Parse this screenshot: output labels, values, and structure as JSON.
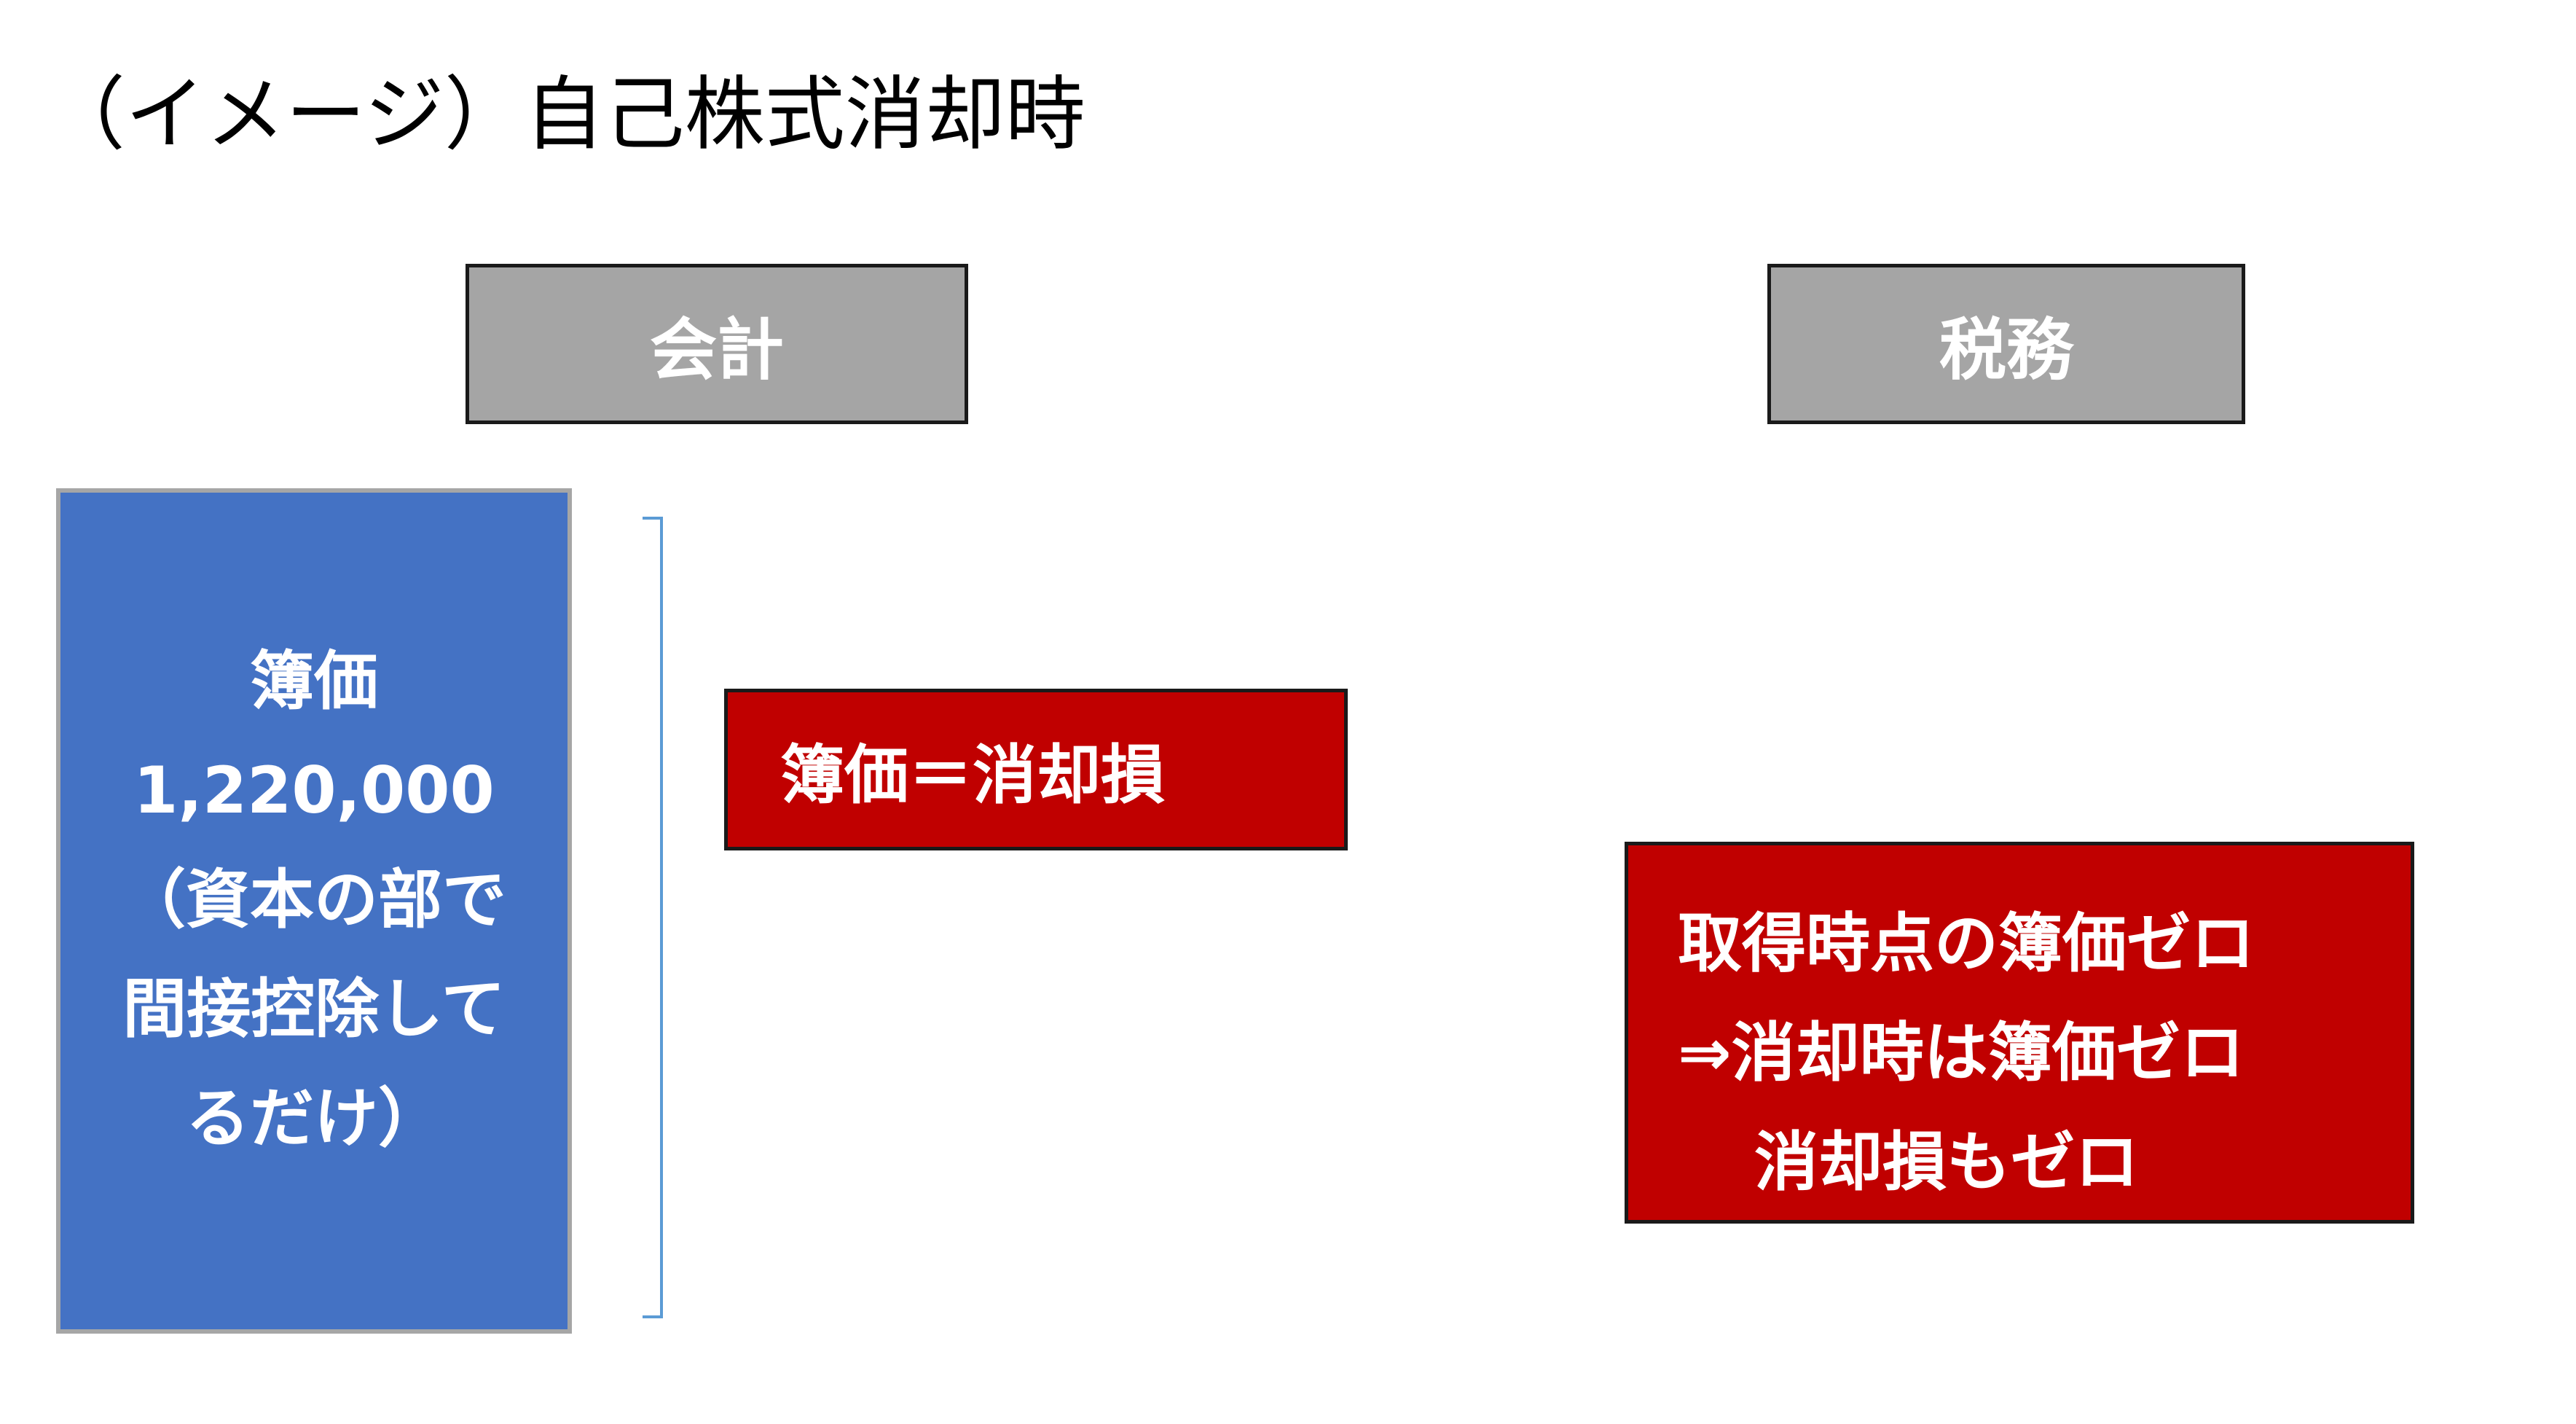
{
  "title": "（イメージ）自己株式消却時",
  "headers": {
    "accounting": "会計",
    "tax": "税務"
  },
  "book_value_box": {
    "lines": [
      "簿価",
      "1,220,000",
      "（資本の部で",
      "間接控除して",
      "るだけ）"
    ]
  },
  "accounting_note": "簿価＝消却損",
  "tax_note": {
    "lines": [
      "取得時点の簿価ゼロ",
      "⇒消却時は簿価ゼロ",
      "消却損もゼロ"
    ]
  },
  "colors": {
    "header_fill": "#a5a5a5",
    "book_box_fill": "#4472c4",
    "note_fill": "#c00000",
    "bracket": "#5b9bd5"
  }
}
